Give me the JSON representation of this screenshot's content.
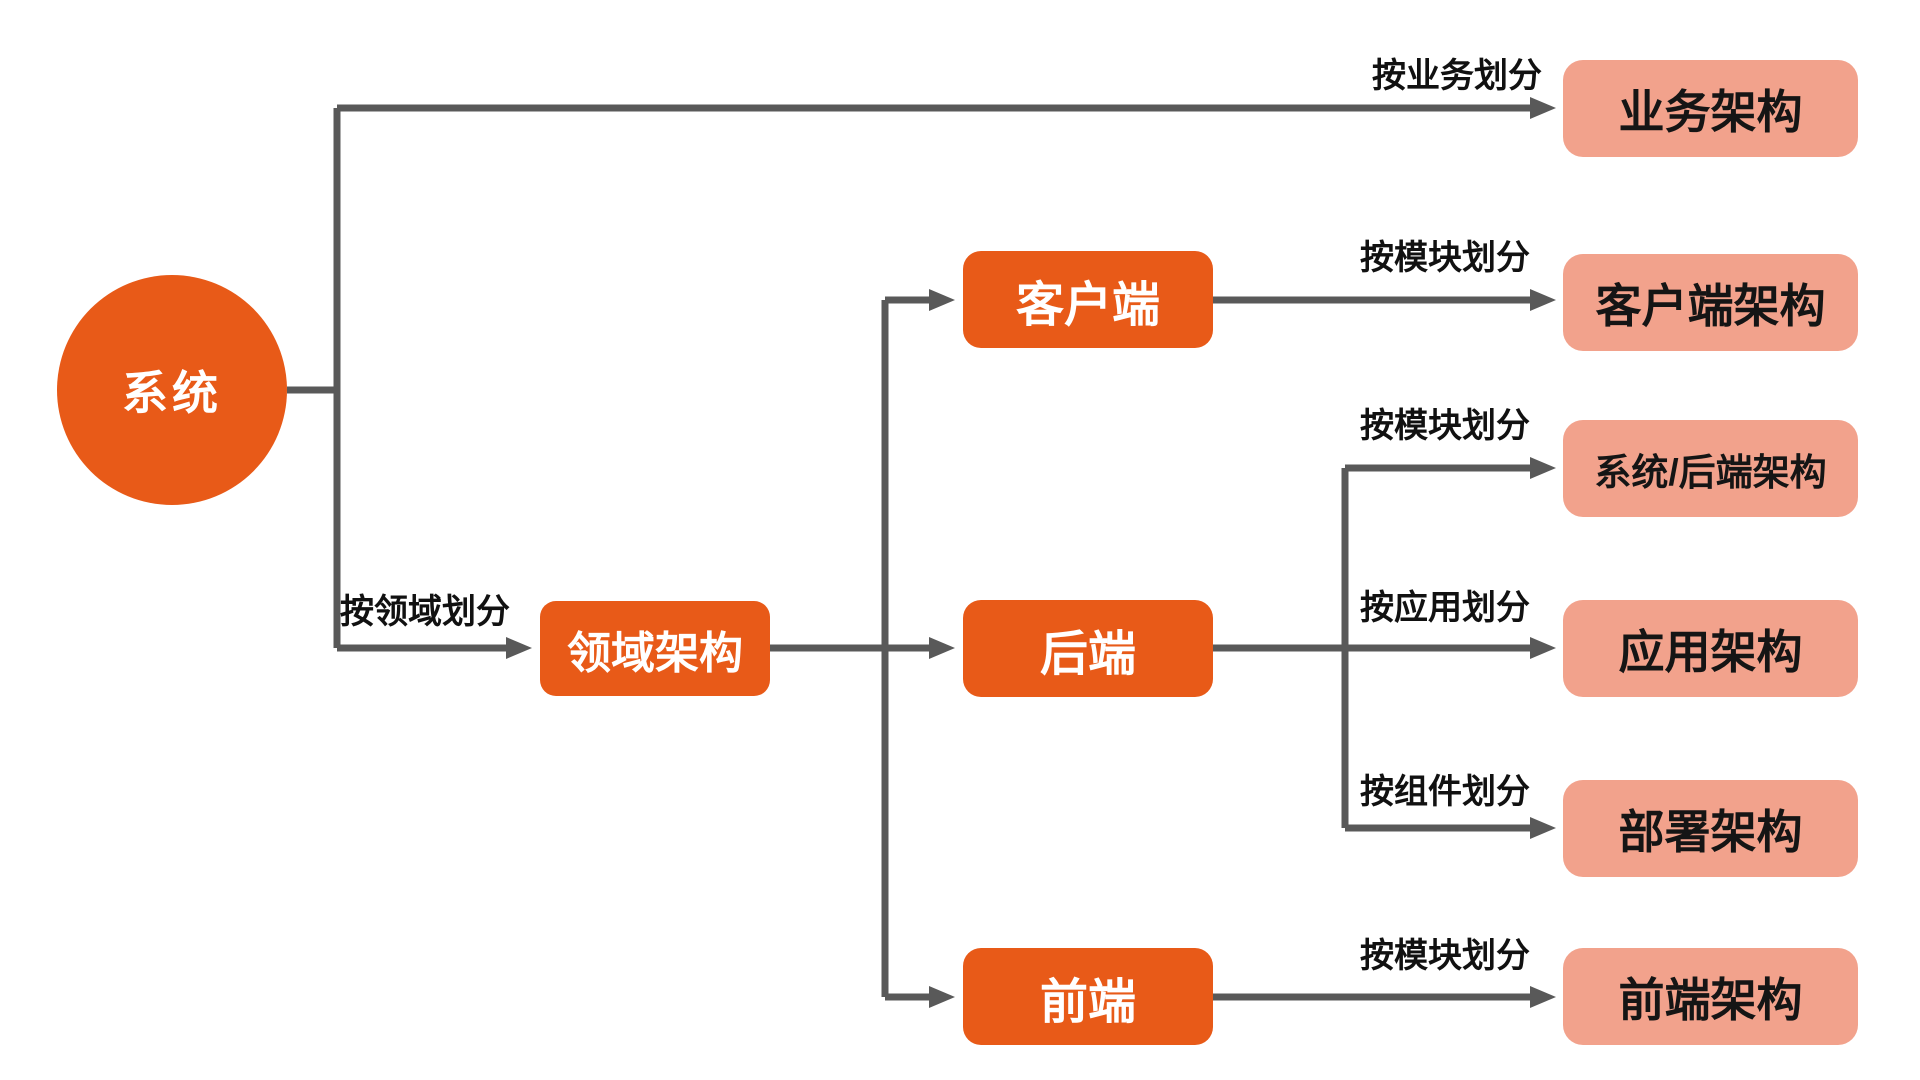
{
  "nodes": {
    "system": "系统",
    "domain_arch": "领域架构",
    "client": "客户端",
    "backend": "后端",
    "frontend": "前端",
    "business_arch": "业务架构",
    "client_arch": "客户端架构",
    "system_backend_arch": "系统/后端架构",
    "app_arch": "应用架构",
    "deployment_arch": "部署架构",
    "frontend_arch": "前端架构"
  },
  "edge_labels": {
    "by_business": "按业务划分",
    "by_domain": "按领域划分",
    "by_module_client": "按模块划分",
    "by_module_system": "按模块划分",
    "by_application": "按应用划分",
    "by_component": "按组件划分",
    "by_module_frontend": "按模块划分"
  },
  "edges": [
    {
      "from": "系统",
      "to": "业务架构",
      "label": "按业务划分"
    },
    {
      "from": "系统",
      "to": "领域架构",
      "label": "按领域划分"
    },
    {
      "from": "领域架构",
      "to": "客户端",
      "label": ""
    },
    {
      "from": "领域架构",
      "to": "后端",
      "label": ""
    },
    {
      "from": "领域架构",
      "to": "前端",
      "label": ""
    },
    {
      "from": "客户端",
      "to": "客户端架构",
      "label": "按模块划分"
    },
    {
      "from": "后端",
      "to": "系统/后端架构",
      "label": "按模块划分"
    },
    {
      "from": "后端",
      "to": "应用架构",
      "label": "按应用划分"
    },
    {
      "from": "后端",
      "to": "部署架构",
      "label": "按组件划分"
    },
    {
      "from": "前端",
      "to": "前端架构",
      "label": "按模块划分"
    }
  ],
  "colors": {
    "node_orange": "#E85A18",
    "node_salmon": "#F2A28C",
    "connector_gray": "#595959",
    "label_text": "#111111",
    "node_text_light": "#FFFFFF",
    "node_text_dark": "#151515",
    "background": "#FFFFFF"
  }
}
